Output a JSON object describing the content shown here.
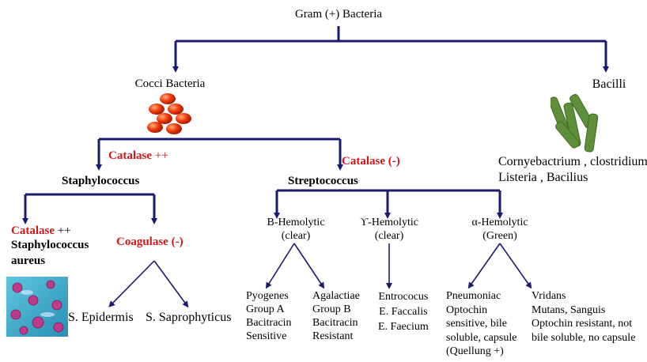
{
  "root": "Gram (+)  Bacteria",
  "cocci": "Cocci Bacteria",
  "bacilli": {
    "title": "Bacilli",
    "examples": [
      "Cornyebactrium , clostridium,",
      "Listeria , Bacilius"
    ]
  },
  "catalase_pos": {
    "label": "Catalase",
    "sign": "++",
    "genus": "Staphylococcus"
  },
  "catalase_neg": {
    "label": "Catalase (-)",
    "genus": "Streptococcus"
  },
  "staph": {
    "left": {
      "catalase_label": "Catalase",
      "catalase_sign": "++",
      "species_line1": "Staphylococcus",
      "species_line2": "aureus"
    },
    "coagulase": "Coagulase (-)",
    "epidermis": "S. Epidermis",
    "saprophyticus": "S. Saprophyticus"
  },
  "strep": {
    "beta": {
      "title": "B-Hemolytic",
      "sub": "(clear)",
      "pyogenes": [
        "Pyogenes",
        "Group A",
        "Bacitracin",
        "Sensitive"
      ],
      "agalactiae": [
        "Agalactiae",
        "Group B",
        "Bacitracin",
        "Resistant"
      ]
    },
    "gamma": {
      "title": "ϒ-Hemolytic",
      "sub": "(clear)",
      "items": [
        "Entrococus",
        "E. Faccalis",
        "E. Faecium"
      ]
    },
    "alpha": {
      "title": "α-Hemolytic",
      "sub": "(Green)",
      "pneumoniae": [
        "Pneumoniac",
        "Optochin",
        "sensitive, bile",
        "soluble, capsule",
        "(Quellung +)"
      ],
      "viridans": [
        "Vridans",
        "Mutans, Sanguis",
        "Optochin resistant, not",
        "bile soluble, no capsule"
      ]
    }
  },
  "colors": {
    "connector": "#1a1a6e",
    "red_text": "#d01818",
    "cocci_fill": "#f03a0c",
    "bacilli_fill": "#5f8f3a"
  }
}
